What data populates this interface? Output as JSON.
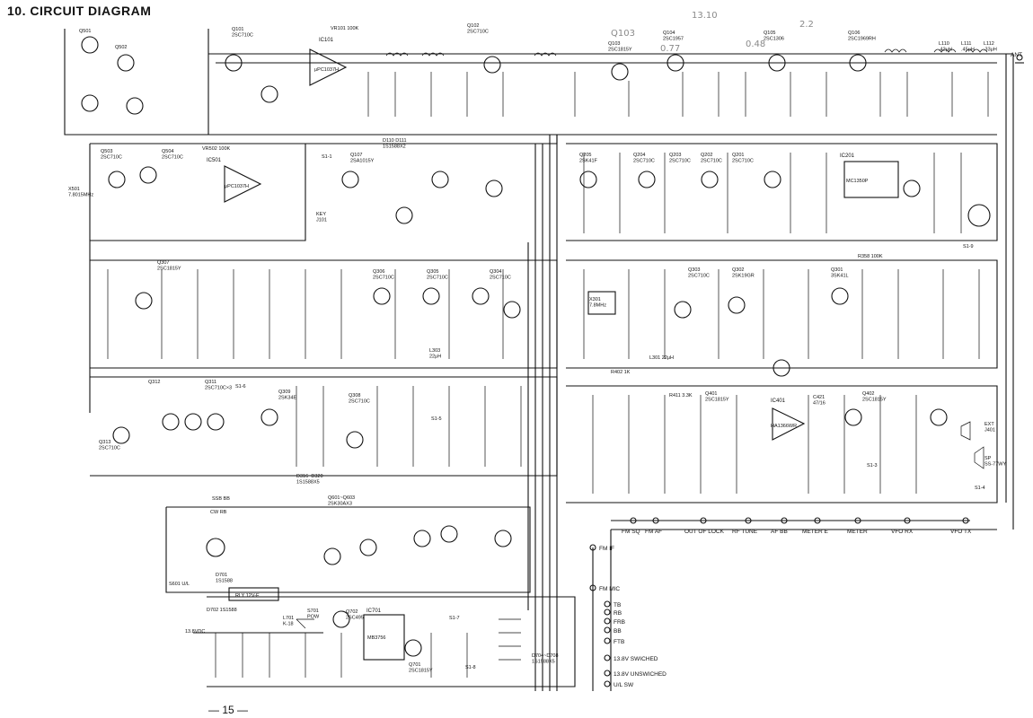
{
  "title": "10.  CIRCUIT DIAGRAM",
  "page_number": "— 15 —",
  "antenna": "ANT",
  "ic_labels": [
    {
      "id": "ic101",
      "text": "IC101"
    },
    {
      "id": "ic101p",
      "text": "μPC1037H"
    },
    {
      "id": "ic501",
      "text": "IC501"
    },
    {
      "id": "ic501p",
      "text": "μPC1037H"
    },
    {
      "id": "ic201",
      "text": "IC201"
    },
    {
      "id": "ic201p",
      "text": "MC1350P"
    },
    {
      "id": "ic401",
      "text": "IC401"
    },
    {
      "id": "ic401p",
      "text": "HA1366WR"
    },
    {
      "id": "ic701",
      "text": "IC701"
    },
    {
      "id": "ic701p",
      "text": "MB3756"
    }
  ],
  "transistor_labels": [
    {
      "id": "q501",
      "text": "Q501"
    },
    {
      "id": "q502",
      "text": "Q502"
    },
    {
      "id": "q101",
      "text": "Q101\n2SC710C"
    },
    {
      "id": "q102",
      "text": "Q102\n2SC710C"
    },
    {
      "id": "q103",
      "text": "Q103\n2SC1815Y"
    },
    {
      "id": "q104",
      "text": "Q104\n2SC1957"
    },
    {
      "id": "q105",
      "text": "Q105\n2SC1306"
    },
    {
      "id": "q106",
      "text": "Q106\n2SC1969RH"
    },
    {
      "id": "q503",
      "text": "Q503\n2SC710C"
    },
    {
      "id": "q504",
      "text": "Q504\n2SC710C"
    },
    {
      "id": "q107",
      "text": "Q107\n2SA1015Y"
    },
    {
      "id": "q205",
      "text": "Q205\n2SK41F"
    },
    {
      "id": "q204",
      "text": "Q204\n2SC710C"
    },
    {
      "id": "q203",
      "text": "Q203\n2SC710C"
    },
    {
      "id": "q202",
      "text": "Q202\n2SC710C"
    },
    {
      "id": "q201",
      "text": "Q201\n2SC710C"
    },
    {
      "id": "q307",
      "text": "Q307\n2SC1815Y"
    },
    {
      "id": "q306",
      "text": "Q306\n2SC710C"
    },
    {
      "id": "q305",
      "text": "Q305\n2SC710C"
    },
    {
      "id": "q304",
      "text": "Q304\n2SC710C"
    },
    {
      "id": "q303",
      "text": "Q303\n2SC710C"
    },
    {
      "id": "q302",
      "text": "Q302\n2SK19GR"
    },
    {
      "id": "q301",
      "text": "Q301\n3SK41L"
    },
    {
      "id": "q312",
      "text": "Q312"
    },
    {
      "id": "q311",
      "text": "Q311\n2SC710C×3"
    },
    {
      "id": "q309",
      "text": "Q309\n2SK34E"
    },
    {
      "id": "q308",
      "text": "Q308\n2SC710C"
    },
    {
      "id": "q401",
      "text": "Q401\n2SC1815Y"
    },
    {
      "id": "q402",
      "text": "Q402\n2SC1815Y"
    },
    {
      "id": "q313",
      "text": "Q313\n2SC710C"
    },
    {
      "id": "q601",
      "text": "Q601~Q603\n2SK30AX3"
    },
    {
      "id": "q702",
      "text": "Q702\n2SC495"
    },
    {
      "id": "q701",
      "text": "Q701\n2SC1815Y"
    }
  ],
  "component_labels": [
    {
      "id": "vr101",
      "text": "VR101 100K"
    },
    {
      "id": "x501",
      "text": "X501\n7.8015MHz"
    },
    {
      "id": "vr502",
      "text": "VR502 100K"
    },
    {
      "id": "x301",
      "text": "X301\n7.8MHz"
    },
    {
      "id": "l110",
      "text": "L110\n.42μH"
    },
    {
      "id": "l111",
      "text": "L111\n.45μH"
    },
    {
      "id": "l112",
      "text": "L112\n.33μH"
    },
    {
      "id": "l301",
      "text": "L301 22μH"
    },
    {
      "id": "l303",
      "text": "L303\n22μH"
    },
    {
      "id": "r358",
      "text": "R358 100K"
    },
    {
      "id": "r402",
      "text": "R402 1K"
    },
    {
      "id": "r411",
      "text": "R411 3.3K"
    },
    {
      "id": "c421",
      "text": "C421\n47/16"
    },
    {
      "id": "rly",
      "text": "RLY 12V-E"
    },
    {
      "id": "d701",
      "text": "D701\n1S1588"
    },
    {
      "id": "d702",
      "text": "D702 1S1588"
    },
    {
      "id": "d704",
      "text": "D704~D708\n1S1588X5"
    },
    {
      "id": "d316",
      "text": "D316~D320\n1S1588X5"
    },
    {
      "id": "d110",
      "text": "D110  D111\n1S1588X2"
    },
    {
      "id": "key",
      "text": "KEY\nJ101"
    },
    {
      "id": "s1_1",
      "text": "S1-1"
    },
    {
      "id": "s1_3",
      "text": "S1-3"
    },
    {
      "id": "s1_4",
      "text": "S1-4"
    },
    {
      "id": "s1_5",
      "text": "S1-5"
    },
    {
      "id": "s1_6",
      "text": "S1-6"
    },
    {
      "id": "s1_7",
      "text": "S1-7"
    },
    {
      "id": "s1_8",
      "text": "S1-8"
    },
    {
      "id": "s1_9",
      "text": "S1-9"
    },
    {
      "id": "s601",
      "text": "S601 U/L"
    },
    {
      "id": "ssb_bb",
      "text": "SSB BB"
    },
    {
      "id": "cw_rb",
      "text": "CW RB"
    },
    {
      "id": "ext",
      "text": "EXT\nJ401"
    },
    {
      "id": "sp",
      "text": "SP\nSS-77WY"
    },
    {
      "id": "v138",
      "text": "13.8VDC"
    },
    {
      "id": "l701",
      "text": "L701\nK-18"
    },
    {
      "id": "s701",
      "text": "S701\nPOW"
    }
  ],
  "connector_labels": [
    {
      "id": "fm_sq",
      "text": "FM SQ"
    },
    {
      "id": "fm_af",
      "text": "FM AF"
    },
    {
      "id": "out_of_lock",
      "text": "OUT OF LOCK"
    },
    {
      "id": "rf_tune",
      "text": "RF TUNE"
    },
    {
      "id": "af_bb",
      "text": "AF BB"
    },
    {
      "id": "meter_e",
      "text": "METER E"
    },
    {
      "id": "meter",
      "text": "METER"
    },
    {
      "id": "vfo_rx",
      "text": "VFO RX"
    },
    {
      "id": "vfo_tx",
      "text": "VFO TX"
    }
  ],
  "left_bus_labels": [
    {
      "id": "fm_if",
      "text": "FM IF"
    },
    {
      "id": "fm_mic",
      "text": "FM MIC"
    },
    {
      "id": "tb",
      "text": "TB"
    },
    {
      "id": "rb",
      "text": "RB"
    },
    {
      "id": "frb",
      "text": "FRB"
    },
    {
      "id": "bb",
      "text": "BB"
    },
    {
      "id": "ftb",
      "text": "FTB"
    },
    {
      "id": "sw",
      "text": "13.8V SWICHED"
    },
    {
      "id": "unsw",
      "text": "13.8V UNSWICHED"
    },
    {
      "id": "ulsw",
      "text": "U/L SW"
    }
  ],
  "handwritten_notes": [
    {
      "id": "h1",
      "text": "Q103"
    },
    {
      "id": "h2",
      "text": "13.10"
    },
    {
      "id": "h3",
      "text": "0.77"
    },
    {
      "id": "h4",
      "text": "0.48"
    },
    {
      "id": "h5",
      "text": "2.2"
    }
  ]
}
